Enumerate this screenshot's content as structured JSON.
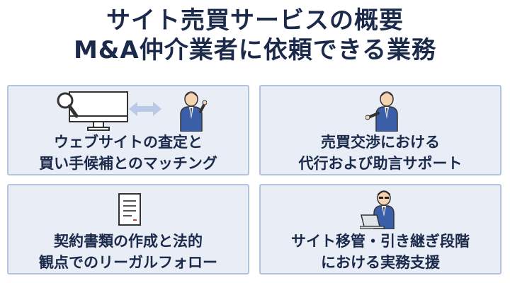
{
  "title": {
    "line1": "サイト売買サービスの概要",
    "line2": "M&A仲介業者に依頼できる業務"
  },
  "cards": [
    {
      "line1": "ウェブサイトの査定と",
      "line2": "買い手候補とのマッチング",
      "icons": [
        "monitor-search-icon",
        "double-arrow-icon",
        "businessman-icon"
      ]
    },
    {
      "line1": "売買交渉における",
      "line2": "代行および助言サポート",
      "icons": [
        "businessman-presenting-icon"
      ]
    },
    {
      "line1": "契約書類の作成と法的",
      "line2": "観点でのリーガルフォロー",
      "icons": [
        "document-icon"
      ]
    },
    {
      "line1": "サイト移管・引き継ぎ段階",
      "line2": "における実務支援",
      "icons": [
        "person-laptop-icon"
      ]
    }
  ],
  "colors": {
    "title": "#1b2a4a",
    "card_bg": "#e8edf6",
    "card_border": "#b4c3dc",
    "suit": "#3a5fa8",
    "arrow": "#b9c9e6"
  }
}
